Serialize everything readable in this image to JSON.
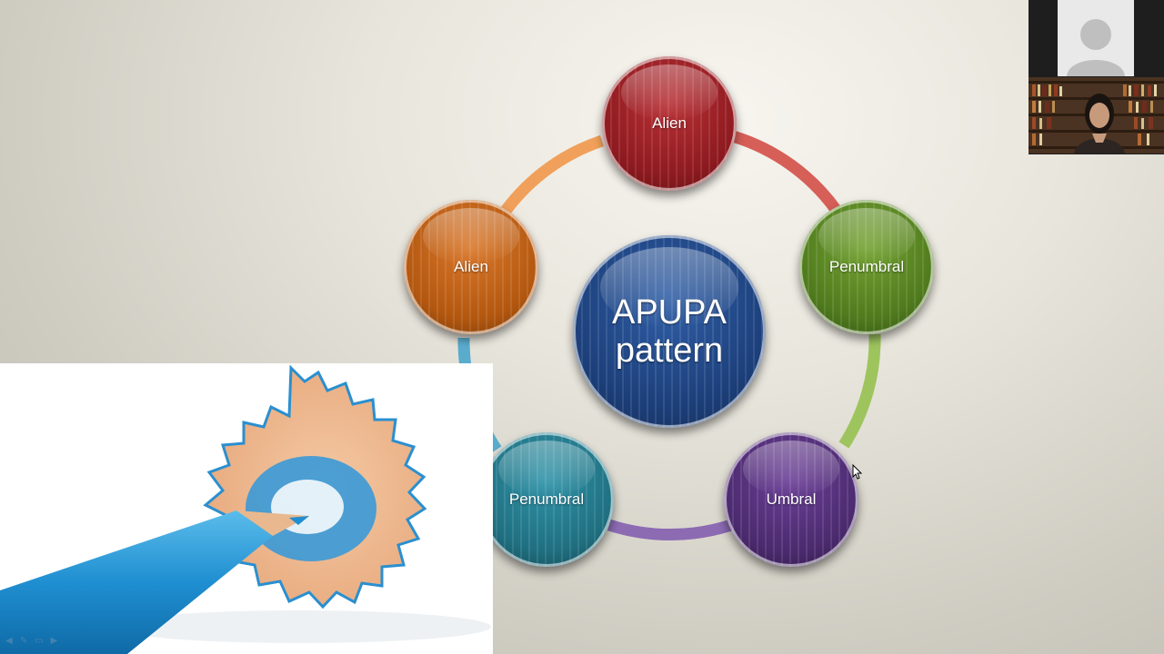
{
  "diagram": {
    "center_label_line1": "APUPA",
    "center_label_line2": "pattern",
    "nodes": [
      {
        "label": "Alien",
        "color": "#8e1a1f"
      },
      {
        "label": "Penumbral",
        "color": "#4f7a1d"
      },
      {
        "label": "Umbral",
        "color": "#4b2a6e"
      },
      {
        "label": "Penumbral",
        "color": "#1f6f80"
      },
      {
        "label": "Alien",
        "color": "#b3570f"
      }
    ],
    "center_color": "#1c3f7a",
    "arc_colors": [
      "#d65f58",
      "#9ec45e",
      "#8c6bb3",
      "#5aaccd",
      "#f0a05a"
    ]
  },
  "participants": [
    {
      "name": "participant-avatar"
    },
    {
      "name": "presenter-webcam"
    }
  ]
}
